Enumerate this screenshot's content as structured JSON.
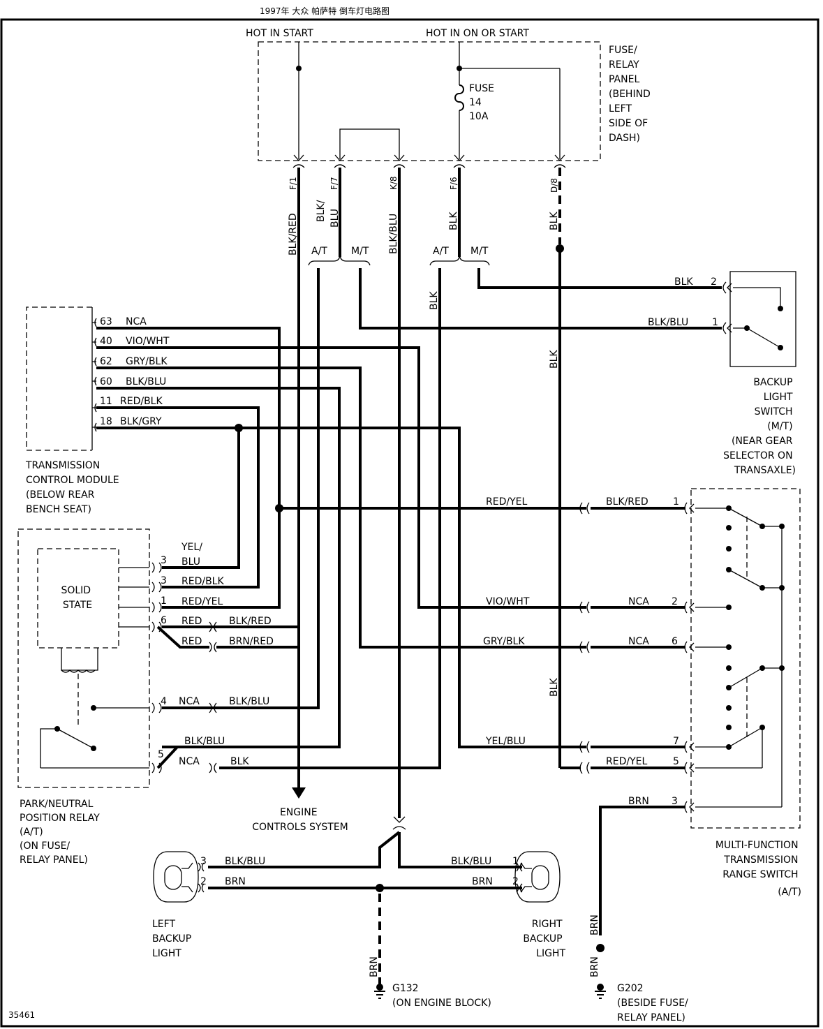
{
  "header": {
    "title": "1997年 大众 帕萨特 倒车灯电路图"
  },
  "diagram_id": "35461",
  "power": {
    "hot_in_start": "HOT IN START",
    "hot_in_on_or_start": "HOT IN ON OR START"
  },
  "fuse_panel": {
    "lines": [
      "FUSE/",
      "RELAY",
      "PANEL",
      "(BEHIND",
      "LEFT",
      "SIDE OF",
      "DASH)"
    ]
  },
  "fuse": {
    "lines": [
      "FUSE",
      "14",
      "10A"
    ]
  },
  "connectors": {
    "f1": "F/1",
    "f7": "F/7",
    "k8": "K/8",
    "f6": "F/6",
    "d8": "D/8"
  },
  "wires": {
    "blk_red": "BLK/RED",
    "blk_blu": "BLK/BLU",
    "blk_blu_split": [
      "BLK/",
      "BLU"
    ],
    "blk": "BLK",
    "brn": "BRN",
    "at": "A/T",
    "mt": "M/T"
  },
  "backup_switch": {
    "pins": [
      {
        "num": "2",
        "wire": "BLK"
      },
      {
        "num": "1",
        "wire": "BLK/BLU"
      }
    ],
    "label": [
      "BACKUP",
      "LIGHT",
      "SWITCH",
      "(M/T)",
      "(NEAR GEAR",
      "SELECTOR ON",
      "TRANSAXLE)"
    ]
  },
  "tcm": {
    "pins": [
      {
        "num": "63",
        "wire": "NCA"
      },
      {
        "num": "40",
        "wire": "VIO/WHT"
      },
      {
        "num": "62",
        "wire": "GRY/BLK"
      },
      {
        "num": "60",
        "wire": "BLK/BLU"
      },
      {
        "num": "11",
        "wire": "RED/BLK"
      },
      {
        "num": "18",
        "wire": "BLK/GRY"
      }
    ],
    "label": [
      "TRANSMISSION",
      "CONTROL MODULE",
      "(BELOW REAR",
      "BENCH SEAT)"
    ]
  },
  "relay": {
    "solid_state": [
      "SOLID",
      "STATE"
    ],
    "pins": [
      {
        "num": "3",
        "wire": "YEL/",
        "wire2": "BLU"
      },
      {
        "num": "3",
        "wire": "RED/BLK"
      },
      {
        "num": "1",
        "wire": "RED/YEL"
      },
      {
        "num": "6",
        "wire": "RED",
        "wire2": "BLK/RED"
      },
      {
        "num": "",
        "wire": "RED",
        "wire2": "BRN/RED"
      },
      {
        "num": "4",
        "wire": "NCA",
        "wire2": "BLK/BLU"
      },
      {
        "num": "",
        "wire": "BLK/BLU"
      },
      {
        "num": "5",
        "wire": "NCA",
        "wire2": "BLK"
      }
    ],
    "label": [
      "PARK/NEUTRAL",
      "POSITION RELAY",
      "(A/T)",
      "(ON FUSE/",
      "RELAY PANEL)"
    ]
  },
  "mfrs": {
    "pins": [
      {
        "num": "1",
        "left": "RED/YEL",
        "right": "BLK/RED"
      },
      {
        "num": "2",
        "left": "VIO/WHT",
        "right": "NCA"
      },
      {
        "num": "6",
        "left": "GRY/BLK",
        "right": "NCA"
      },
      {
        "num": "7",
        "left": "YEL/BLU",
        "right": ""
      },
      {
        "num": "5",
        "left": "",
        "right": "RED/YEL"
      },
      {
        "num": "3",
        "left": "",
        "right": "BRN"
      }
    ],
    "label": [
      "MULTI-FUNCTION",
      "TRANSMISSION",
      "RANGE SWITCH",
      "(A/T)"
    ]
  },
  "engine_controls": [
    "ENGINE",
    "CONTROLS SYSTEM"
  ],
  "left_light": {
    "pins": [
      {
        "num": "3",
        "wire": "BLK/BLU"
      },
      {
        "num": "2",
        "wire": "BRN"
      }
    ],
    "label": [
      "LEFT",
      "BACKUP",
      "LIGHT"
    ]
  },
  "right_light": {
    "pins": [
      {
        "num": "1",
        "wire": "BLK/BLU"
      },
      {
        "num": "2",
        "wire": "BRN"
      }
    ],
    "label": [
      "RIGHT",
      "BACKUP",
      "LIGHT"
    ]
  },
  "grounds": {
    "g132": {
      "id": "G132",
      "desc": "(ON ENGINE BLOCK)",
      "wire": "BRN"
    },
    "g202": {
      "id": "G202",
      "desc": [
        "(BESIDE FUSE/",
        "RELAY PANEL)"
      ],
      "wire": "BRN"
    }
  }
}
